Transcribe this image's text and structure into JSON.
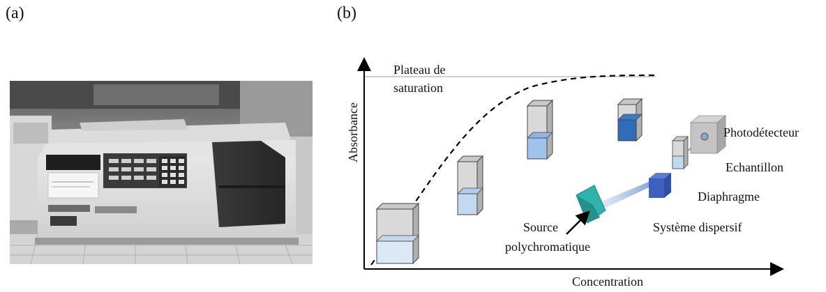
{
  "panels": {
    "a_label": "(a)",
    "b_label": "(b)"
  },
  "diagram": {
    "y_axis_label": "Absorbance",
    "x_axis_label": "Concentration",
    "plateau_label_line1": "Plateau de",
    "plateau_label_line2": "saturation",
    "source_label_line1": "Source",
    "source_label_line2": "polychromatique",
    "dispersive_label": "Système dispersif",
    "diaphragm_label": "Diaphragme",
    "sample_label": "Echantillon",
    "detector_label": "Photodétecteur"
  },
  "colors": {
    "cuvette_fill_levels": [
      "#dbe8f6",
      "#c2d9f0",
      "#9fc3ea",
      "#2f6db8"
    ],
    "prism": "#2fb3ad",
    "diaphragm": "#3f5fc0",
    "plateau_line": "#9fb8e0"
  }
}
